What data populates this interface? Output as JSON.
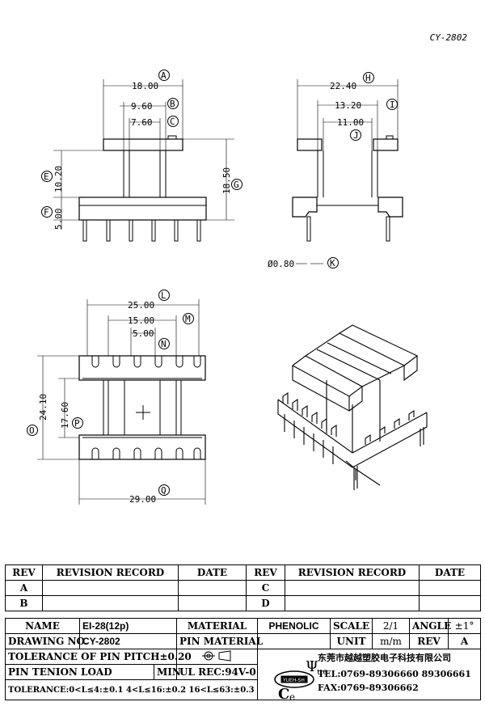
{
  "title": "CY-2802",
  "dimensions": {
    "A": "18.00",
    "B": "9.60",
    "C": "7.60",
    "E": "10.20",
    "F": "5.00",
    "G": "18.50",
    "H": "22.40",
    "I": "13.20",
    "J": "11.00",
    "K": "Ø0.80",
    "L": "25.00",
    "M": "15.00",
    "N": "5.00",
    "O": "24.10",
    "P": "17.60",
    "Q": "29.00"
  },
  "letters": {
    "A": "A",
    "B": "B",
    "C": "C",
    "E": "E",
    "F": "F",
    "G": "G",
    "H": "H",
    "I": "I",
    "J": "J",
    "K": "K",
    "L": "L",
    "M": "M",
    "N": "N",
    "O": "O",
    "P": "P",
    "Q": "Q"
  },
  "revision_table": {
    "headers": {
      "rev": "REV",
      "record": "REVISION RECORD",
      "date": "DATE"
    },
    "rows_left": [
      "A",
      "B"
    ],
    "rows_right": [
      "C",
      "D"
    ]
  },
  "info": {
    "name_label": "NAME",
    "name_value": "EI-28(12p)",
    "material_label": "MATERIAL",
    "material_value": "PHENOLIC",
    "scale_label": "SCALE",
    "scale_value": "2/1",
    "angle_label": "ANGLE",
    "angle_value": "±1°",
    "drawing_label": "DRAWING NO.",
    "drawing_value": "CY-2802",
    "pin_material_label": "PIN MATERIAL",
    "unit_label": "UNIT",
    "unit_value": "m/m",
    "rev_label": "REV",
    "rev_value": "A",
    "tolerance_pitch": "TOLERANCE OF PIN PITCH±0.20",
    "tension_label": "PIN TENION LOAD",
    "tension_min": "MIN",
    "ul_rec": "UL REC:94V-0",
    "company": "东莞市越越塑胶电子科技有限公司",
    "tel": "TEL:0769-89306660  89306661",
    "fax": "FAX:0769-89306662",
    "tolerance_general": "TOLERANCE:0<L≤4:±0.1  4<L≤16:±0.2  16<L≤63:±0.3",
    "logo_small": "YUEH-SH",
    "logo_letters": {
      "c": "C",
      "e": "e",
      "psi": "Ψ",
      "ue": "ue"
    }
  }
}
